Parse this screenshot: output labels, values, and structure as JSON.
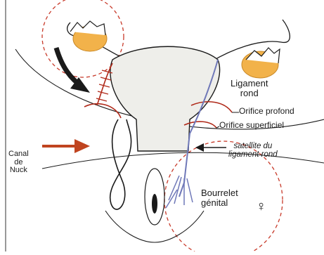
{
  "labels": {
    "ligament_rond_1": "Ligament",
    "ligament_rond_2": "rond",
    "orifice_profond": "Orifice profond",
    "orifice_superficiel": "Orifice superficiel",
    "canal_1": "Canal",
    "canal_2": "de",
    "canal_3": "Nuck",
    "satellite_1": "satellite du",
    "satellite_2": "ligament rond",
    "bourrelet_1": "Bourrelet",
    "bourrelet_2": "génital",
    "female_symbol": "♀"
  },
  "colors": {
    "ovary": "#f2b24a",
    "uterus_fill": "#eeeeea",
    "dashed_circle": "#c83a2a",
    "red_structure": "#b02a1a",
    "orange_arrow": "#c0441f",
    "blue_structure": "#6f78b8",
    "outline": "#1a1a1a"
  }
}
